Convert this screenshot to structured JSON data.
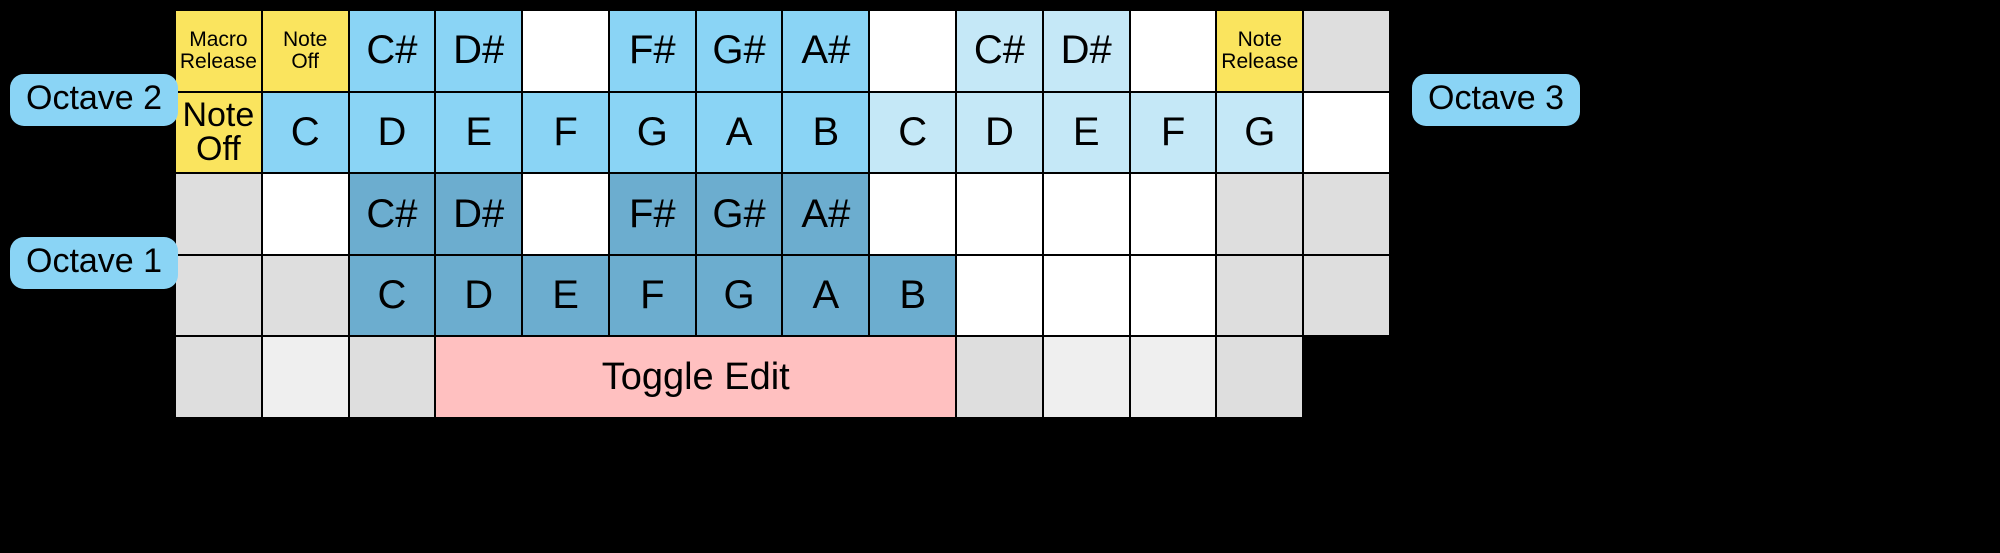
{
  "labels": {
    "octave_left_top": "Octave 2",
    "octave_left_bottom": "Octave 1",
    "octave_right": "Octave 3"
  },
  "colors": {
    "background": "#000000",
    "yellow": "#fae45e",
    "sky_blue": "#8ad4f5",
    "light_blue": "#c5e8f7",
    "steel_blue": "#6cadcf",
    "pink": "#ffc0c0",
    "gray": "#dedede",
    "gray_light": "#efefef",
    "white": "#ffffff"
  },
  "grid": {
    "columns": 14,
    "rows": 5,
    "cells": [
      [
        {
          "label": "Macro Release",
          "fill": "yellow",
          "size": "small"
        },
        {
          "label": "Note Off",
          "fill": "yellow",
          "size": "small"
        },
        {
          "label": "C#",
          "fill": "sky",
          "size": "big"
        },
        {
          "label": "D#",
          "fill": "sky",
          "size": "big"
        },
        {
          "label": "",
          "fill": "white",
          "size": "big"
        },
        {
          "label": "F#",
          "fill": "sky",
          "size": "big"
        },
        {
          "label": "G#",
          "fill": "sky",
          "size": "big"
        },
        {
          "label": "A#",
          "fill": "sky",
          "size": "big"
        },
        {
          "label": "",
          "fill": "white",
          "size": "big"
        },
        {
          "label": "C#",
          "fill": "lightblue",
          "size": "big"
        },
        {
          "label": "D#",
          "fill": "lightblue",
          "size": "big"
        },
        {
          "label": "",
          "fill": "white",
          "size": "big"
        },
        {
          "label": "Note Release",
          "fill": "yellow",
          "size": "small"
        },
        {
          "label": "",
          "fill": "gray",
          "size": "big"
        }
      ],
      [
        {
          "label": "Note Off",
          "fill": "yellow",
          "size": "mid"
        },
        {
          "label": "C",
          "fill": "sky",
          "size": "big"
        },
        {
          "label": "D",
          "fill": "sky",
          "size": "big"
        },
        {
          "label": "E",
          "fill": "sky",
          "size": "big"
        },
        {
          "label": "F",
          "fill": "sky",
          "size": "big"
        },
        {
          "label": "G",
          "fill": "sky",
          "size": "big"
        },
        {
          "label": "A",
          "fill": "sky",
          "size": "big"
        },
        {
          "label": "B",
          "fill": "sky",
          "size": "big"
        },
        {
          "label": "C",
          "fill": "lightblue",
          "size": "big"
        },
        {
          "label": "D",
          "fill": "lightblue",
          "size": "big"
        },
        {
          "label": "E",
          "fill": "lightblue",
          "size": "big"
        },
        {
          "label": "F",
          "fill": "lightblue",
          "size": "big"
        },
        {
          "label": "G",
          "fill": "lightblue",
          "size": "big"
        },
        {
          "label": "",
          "fill": "white",
          "size": "big"
        }
      ],
      [
        {
          "label": "",
          "fill": "gray",
          "size": "big"
        },
        {
          "label": "",
          "fill": "white",
          "size": "big"
        },
        {
          "label": "C#",
          "fill": "steel",
          "size": "big"
        },
        {
          "label": "D#",
          "fill": "steel",
          "size": "big"
        },
        {
          "label": "",
          "fill": "white",
          "size": "big"
        },
        {
          "label": "F#",
          "fill": "steel",
          "size": "big"
        },
        {
          "label": "G#",
          "fill": "steel",
          "size": "big"
        },
        {
          "label": "A#",
          "fill": "steel",
          "size": "big"
        },
        {
          "label": "",
          "fill": "white",
          "size": "big"
        },
        {
          "label": "",
          "fill": "white",
          "size": "big"
        },
        {
          "label": "",
          "fill": "white",
          "size": "big"
        },
        {
          "label": "",
          "fill": "white",
          "size": "big"
        },
        {
          "label": "",
          "fill": "gray",
          "size": "big"
        },
        {
          "label": "",
          "fill": "gray",
          "size": "big"
        }
      ],
      [
        {
          "label": "",
          "fill": "gray",
          "size": "big"
        },
        {
          "label": "",
          "fill": "gray",
          "size": "big"
        },
        {
          "label": "C",
          "fill": "steel",
          "size": "big"
        },
        {
          "label": "D",
          "fill": "steel",
          "size": "big"
        },
        {
          "label": "E",
          "fill": "steel",
          "size": "big"
        },
        {
          "label": "F",
          "fill": "steel",
          "size": "big"
        },
        {
          "label": "G",
          "fill": "steel",
          "size": "big"
        },
        {
          "label": "A",
          "fill": "steel",
          "size": "big"
        },
        {
          "label": "B",
          "fill": "steel",
          "size": "big"
        },
        {
          "label": "",
          "fill": "white",
          "size": "big"
        },
        {
          "label": "",
          "fill": "white",
          "size": "big"
        },
        {
          "label": "",
          "fill": "white",
          "size": "big"
        },
        {
          "label": "",
          "fill": "gray",
          "size": "big"
        },
        {
          "label": "",
          "fill": "gray",
          "size": "big"
        }
      ],
      [
        {
          "label": "",
          "fill": "gray",
          "size": "big"
        },
        {
          "label": "",
          "fill": "gray2",
          "size": "big"
        },
        {
          "label": "",
          "fill": "gray",
          "size": "big"
        },
        {
          "label": "Toggle Edit",
          "fill": "pink",
          "size": "wide",
          "span": 6
        },
        {
          "label": "",
          "fill": "gray",
          "size": "big"
        },
        {
          "label": "",
          "fill": "gray2",
          "size": "big"
        },
        {
          "label": "",
          "fill": "gray2",
          "size": "big"
        },
        {
          "label": "",
          "fill": "gray",
          "size": "big"
        }
      ]
    ]
  }
}
